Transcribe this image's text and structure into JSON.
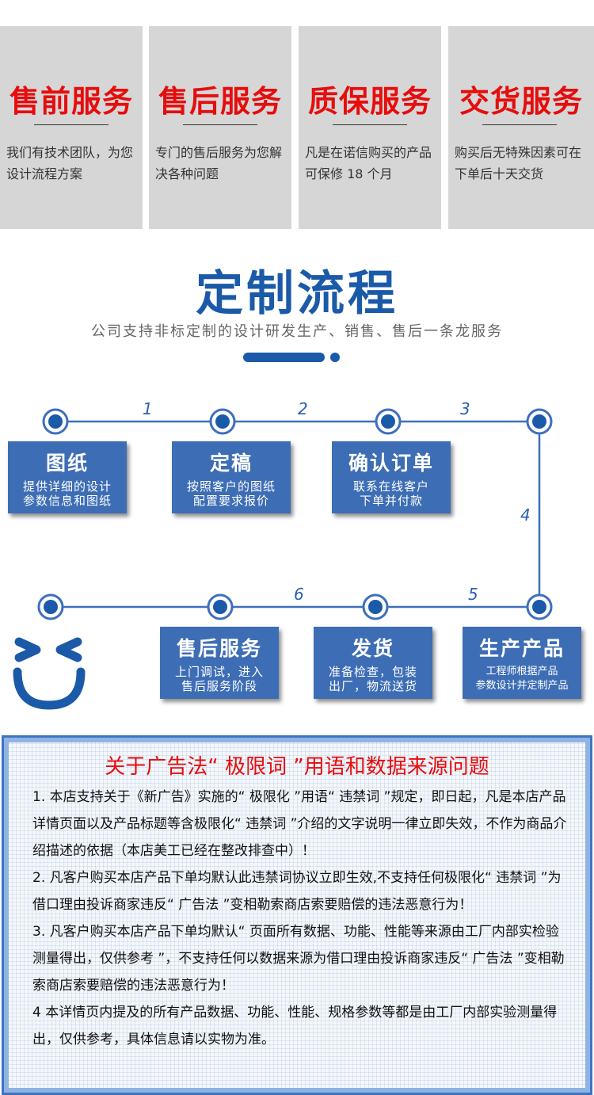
{
  "services": [
    {
      "title": "售前服务",
      "desc": "我们有技术团队，为您设计流程方案"
    },
    {
      "title": "售后服务",
      "desc": "专门的售后服务为您解决各种问题"
    },
    {
      "title": "质保服务",
      "desc": "凡是在诺信购买的产品可保修 18 个月"
    },
    {
      "title": "交货服务",
      "desc": "购买后无特殊因素可在下单后十天交货"
    }
  ],
  "process": {
    "title": "定制流程",
    "subtitle": "公司支持非标定制的设计研发生产、销售、售后一条龙服务"
  },
  "step_numbers": [
    "1",
    "2",
    "3",
    "4",
    "5",
    "6"
  ],
  "steps": [
    {
      "title": "图纸",
      "desc1": "提供详细的设计",
      "desc2": "参数信息和图纸"
    },
    {
      "title": "定稿",
      "desc1": "按照客户的图纸",
      "desc2": "配置要求报价"
    },
    {
      "title": "确认订单",
      "desc1": "联系在线客户",
      "desc2": "下单并付款"
    },
    {
      "title": "生产产品",
      "desc1": "工程师根据产品",
      "desc2": "参数设计并定制产品"
    },
    {
      "title": "发货",
      "desc1": "准备检查，包装",
      "desc2": "出厂，物流送货"
    },
    {
      "title": "售后服务",
      "desc1": "上门调试，进入",
      "desc2": "售后服务阶段"
    }
  ],
  "notice": {
    "title": "关于广告法“ 极限词 ”用语和数据来源问题",
    "paragraphs": [
      "1. 本店支持关于《新广告》实施的“ 极限化 ”用语“ 违禁词 ”规定，即日起，凡是本店产品详情页面以及产品标题等含极限化“ 违禁词 ”介绍的文字说明一律立即失效，不作为商品介绍描述的依据（本店美工已经在整改排查中）！",
      "2. 凡客户购买本店产品下单均默认此违禁词协议立即生效,不支持任何极限化“ 违禁词 ”为借口理由投诉商家违反“ 广告法 ”变相勒索商店索要赔偿的违法恶意行为！",
      "3. 凡客户购买本店产品下单均默认“ 页面所有数据、功能、性能等来源由工厂内部实检验测量得出，仅供参考 ”，不支持任何以数据来源为借口理由投诉商家违反“ 广告法 ”变相勒索商店索要赔偿的违法恶意行为！",
      "4 本详情页内提及的所有产品数据、功能、性能、规格参数等都是由工厂内部实验测量得出，仅供参考，具体信息请以实物为准。"
    ]
  },
  "colors": {
    "accent_red": "#e60d0d",
    "brand_blue": "#1b5aa8",
    "box_blue": "#3d6db5",
    "card_gray": "#d6d6d6"
  }
}
